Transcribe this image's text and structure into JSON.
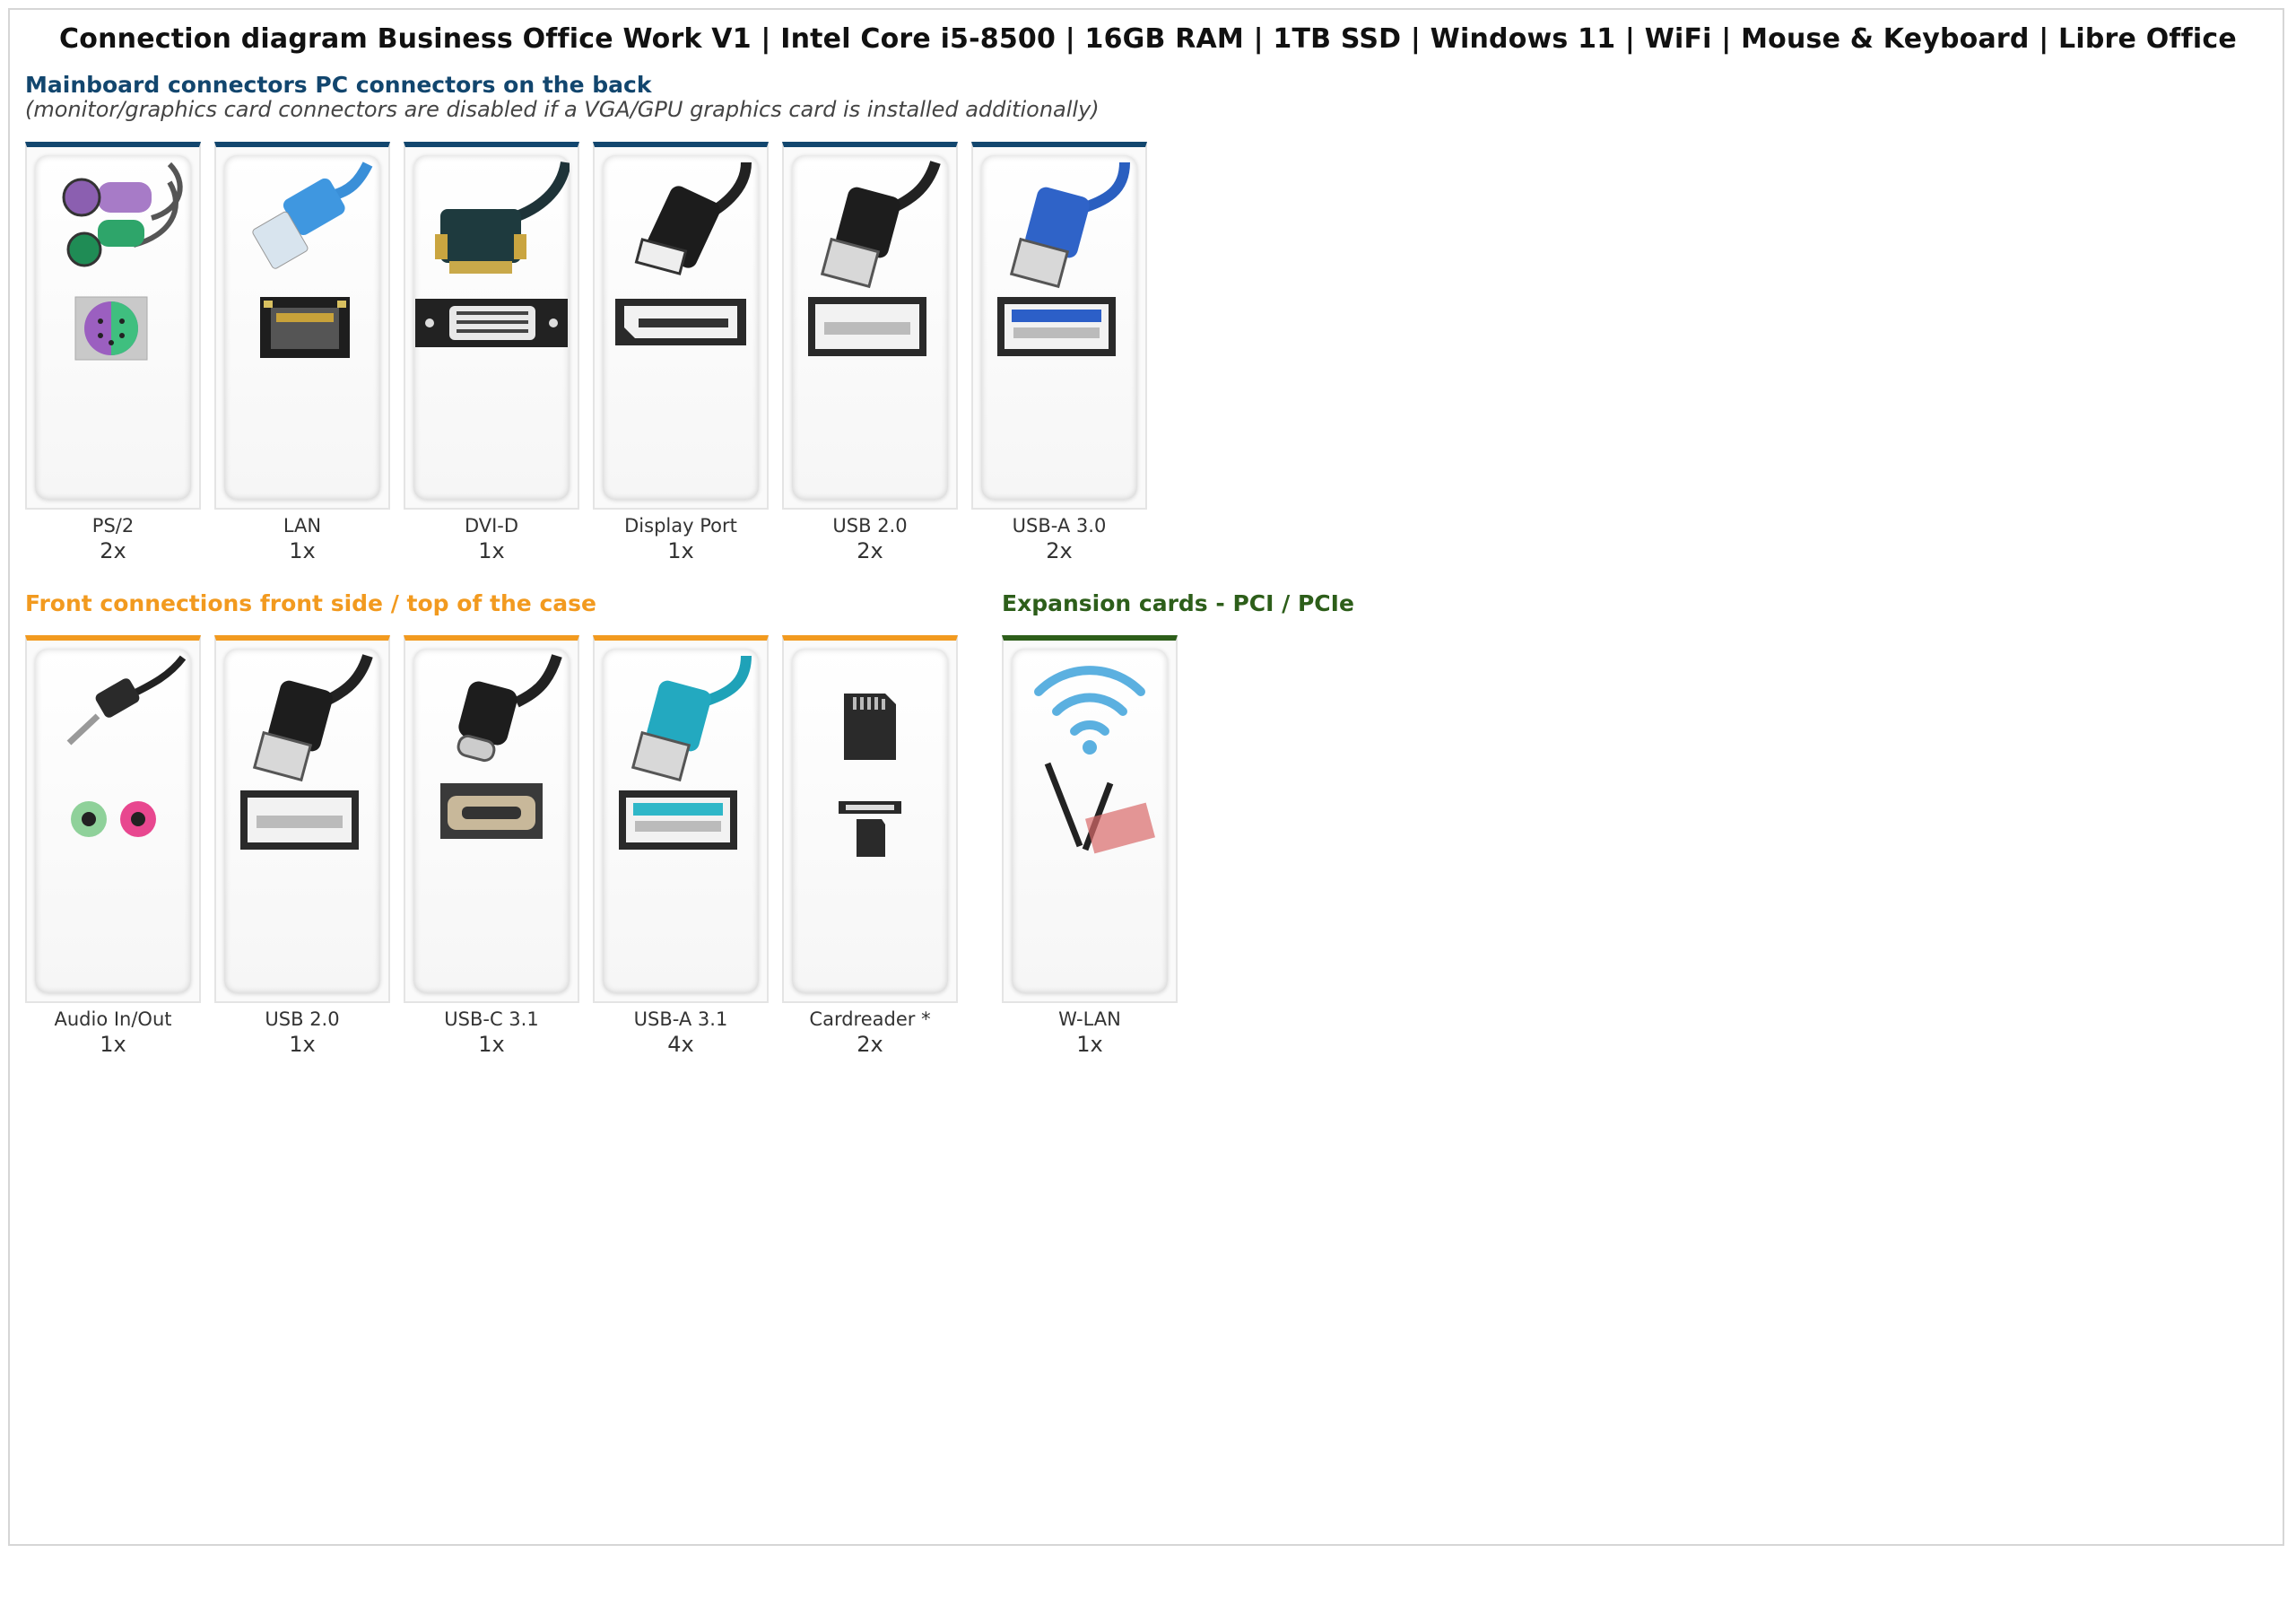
{
  "title": "Connection diagram Business Office Work V1 | Intel Core i5-8500 | 16GB RAM | 1TB SSD | Windows 11 | WiFi | Mouse & Keyboard | Libre Office",
  "colors": {
    "back": "#12466e",
    "front": "#f29a1f",
    "expansion": "#2d5e1a"
  },
  "back": {
    "heading": "Mainboard connectors PC connectors on the back",
    "note": "(monitor/graphics card connectors are disabled if a VGA/GPU graphics card is installed additionally)",
    "items": [
      {
        "label": "PS/2",
        "count": "2x",
        "icon": "ps2-connector-icon"
      },
      {
        "label": "LAN",
        "count": "1x",
        "icon": "lan-connector-icon"
      },
      {
        "label": "DVI-D",
        "count": "1x",
        "icon": "dvi-connector-icon"
      },
      {
        "label": "Display Port",
        "count": "1x",
        "icon": "displayport-connector-icon"
      },
      {
        "label": "USB 2.0",
        "count": "2x",
        "icon": "usb-2-connector-icon"
      },
      {
        "label": "USB-A 3.0",
        "count": "2x",
        "icon": "usb-3-connector-icon"
      }
    ]
  },
  "front": {
    "heading": "Front connections front side / top of the case",
    "items": [
      {
        "label": "Audio In/Out",
        "count": "1x",
        "icon": "audio-jack-icon"
      },
      {
        "label": "USB 2.0",
        "count": "1x",
        "icon": "usb-2-connector-icon"
      },
      {
        "label": "USB-C 3.1",
        "count": "1x",
        "icon": "usb-c-connector-icon"
      },
      {
        "label": "USB-A 3.1",
        "count": "4x",
        "icon": "usb-31-connector-icon"
      },
      {
        "label": "Cardreader *",
        "count": "2x",
        "icon": "card-reader-icon"
      }
    ]
  },
  "expansion": {
    "heading": "Expansion cards - PCI / PCIe",
    "items": [
      {
        "label": "W-LAN",
        "count": "1x",
        "icon": "wifi-card-icon"
      }
    ]
  }
}
